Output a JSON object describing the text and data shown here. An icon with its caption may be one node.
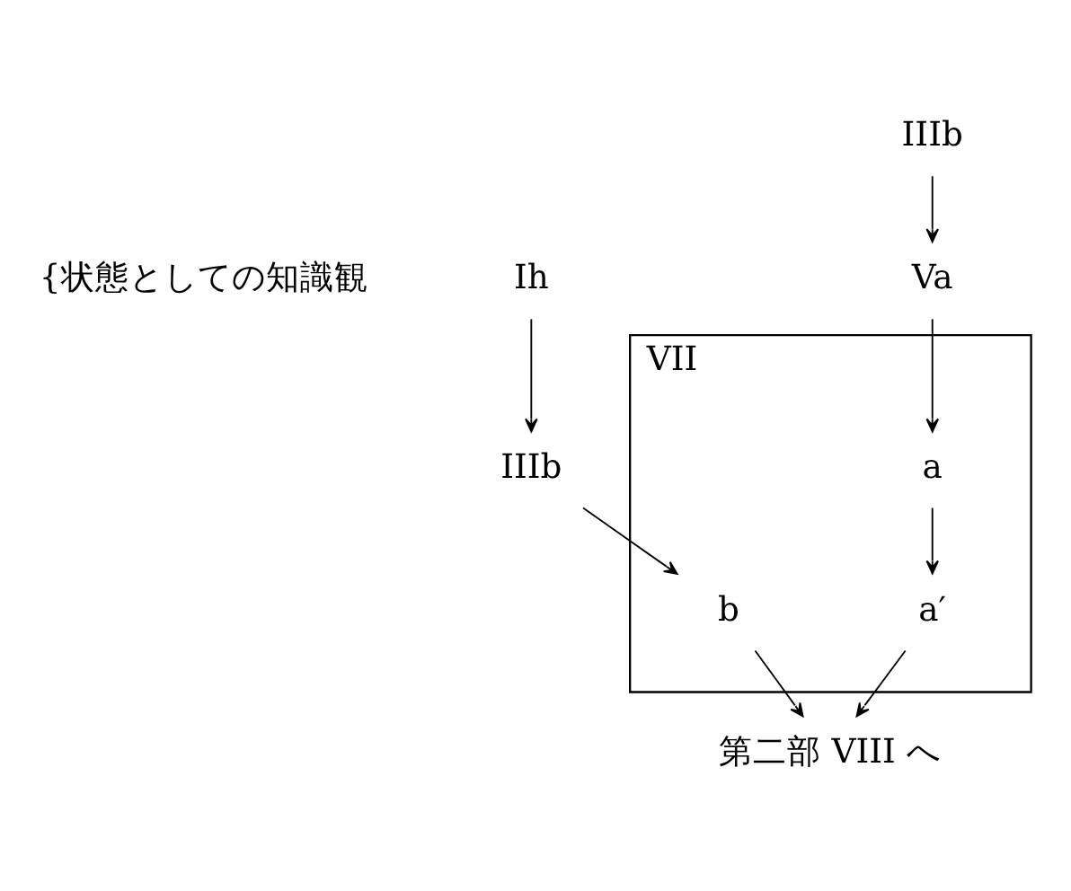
{
  "diagram": {
    "nodes": [
      {
        "text": [
          "Ih"
        ]
      },
      {
        "text": [
          "IIIb"
        ]
      },
      {
        "text": [
          "IIIb"
        ]
      },
      {
        "text": [
          "Va"
        ]
      },
      {
        "text": [
          "VII"
        ]
      },
      {
        "text": [
          "b"
        ],
        "in": 4
      },
      {
        "text": [
          "a"
        ],
        "in": 4
      },
      {
        "text": [
          "a′"
        ],
        "in": 4
      },
      {
        "text": [
          "第二部 VIII へ"
        ]
      }
    ],
    "edges": [
      {
        "from": 0,
        "to": 1,
        "arrow": "to"
      },
      {
        "from": 1,
        "to": 5,
        "arrow": "to"
      },
      {
        "from": 2,
        "to": 3,
        "arrow": "to"
      },
      {
        "from": 3,
        "to": 6,
        "arrow": "to"
      },
      {
        "from": 6,
        "to": 7,
        "arrow": "to"
      },
      {
        "from": 5,
        "to": 8,
        "arrow": "to"
      },
      {
        "from": 7,
        "to": 8,
        "arrow": "to"
      }
    ],
    "labels": [
      "{状態としての知識観"
    ]
  }
}
